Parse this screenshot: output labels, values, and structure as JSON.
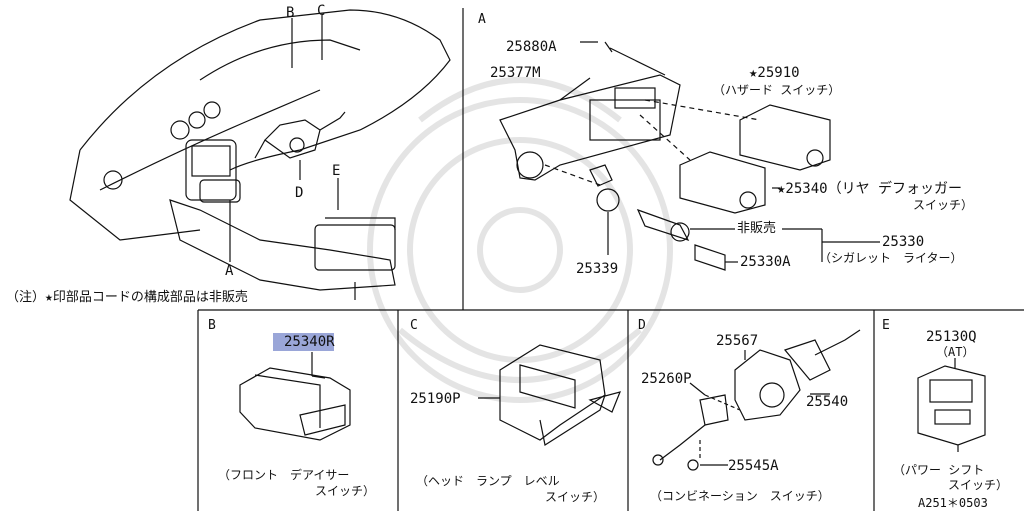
{
  "panels": {
    "top_left": {
      "letters": {
        "B": "B",
        "C": "C",
        "D": "D",
        "E": "E",
        "A": "A"
      },
      "note": "（注）★印部品コードの構成部品は非販売"
    },
    "A": {
      "letter": "A",
      "parts": {
        "p25880A": "25880A",
        "p25377M": "25377M",
        "p25910": "★25910",
        "p25910_desc": "（ハザード スイッチ）",
        "p25340": "★25340（リヤ デフォッガー",
        "p25340_desc2": "スイッチ）",
        "hihanbai": "非販売",
        "p25330": "25330",
        "p25330_desc": "（シガレット　ライター）",
        "p25339": "25339",
        "p25330A": "25330A"
      }
    },
    "B": {
      "letter": "B",
      "part": "25340R",
      "desc1": "（フロント　デアイサー",
      "desc2": "スイッチ）"
    },
    "C": {
      "letter": "C",
      "part": "25190P",
      "desc1": "（ヘッド　ランプ　レベル",
      "desc2": "スイッチ）"
    },
    "D": {
      "letter": "D",
      "p25567": "25567",
      "p25260P": "25260P",
      "p25540": "25540",
      "p25545A": "25545A",
      "desc": "（コンビネーション　スイッチ）"
    },
    "E": {
      "letter": "E",
      "part": "25130Q",
      "sub": "（AT）",
      "desc1": "（パワー シフト",
      "desc2": "スイッチ）",
      "code": "A251＊0503"
    }
  }
}
